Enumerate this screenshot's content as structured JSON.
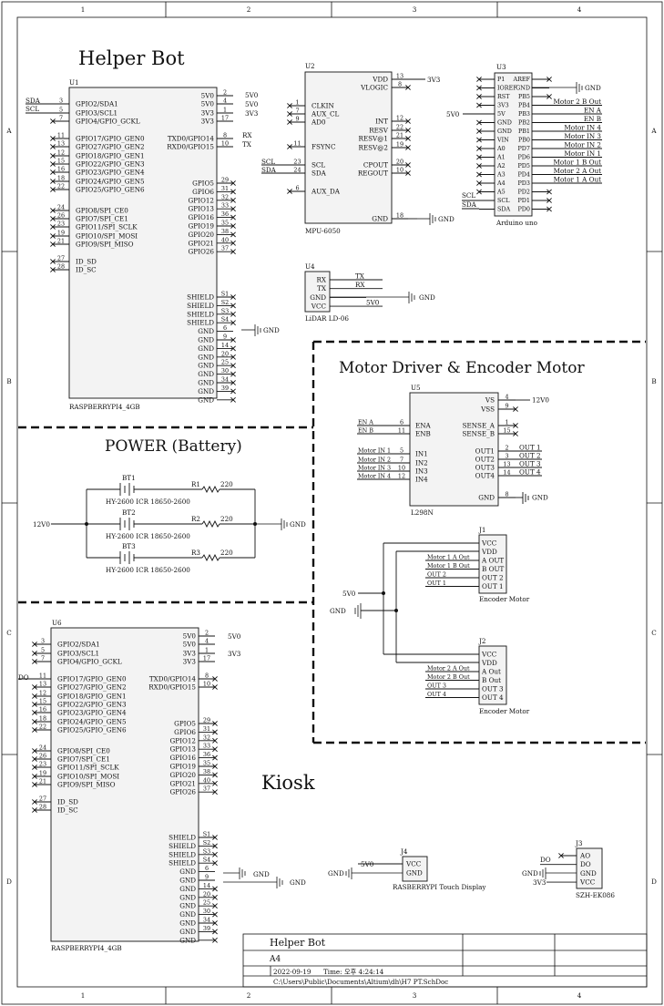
{
  "sheet": {
    "col_labels": [
      "1",
      "2",
      "3",
      "4"
    ],
    "row_labels": [
      "A",
      "B",
      "C",
      "D"
    ]
  },
  "sections": {
    "helper_bot": "Helper Bot",
    "motor_driver": "Motor Driver & Encoder Motor",
    "power": "POWER (Battery)",
    "kiosk": "Kiosk"
  },
  "title_block": {
    "title": "Helper Bot",
    "size": "A4",
    "date": "2022-09-19",
    "time_label": "Time:",
    "time": "오후 4:24:14",
    "path": "C:\\Users\\Public\\Documents\\Altium\\dh\\H7 PT.SchDoc"
  },
  "rpi": {
    "part": "RASPBERRYPI4_4GB",
    "left_pins": [
      "GPIO2/SDA1",
      "GPIO3/SCL1",
      "GPIO4/GPIO_GCKL",
      "GPIO17/GPIO_GEN0",
      "GPIO27/GPIO_GEN2",
      "GPIO18/GPIO_GEN1",
      "GPIO22/GPIO_GEN3",
      "GPIO23/GPIO_GEN4",
      "GPIO24/GPIO_GEN5",
      "GPIO25/GPIO_GEN6",
      "GPIO8/SPI_CE0",
      "GPIO7/SPI_CE1",
      "GPIO11/SPI_SCLK",
      "GPIO10/SPI_MOSI",
      "GPIO9/SPI_MISO",
      "ID_SD",
      "ID_SC"
    ],
    "left_nums": [
      "3",
      "5",
      "7",
      "11",
      "13",
      "12",
      "15",
      "16",
      "18",
      "22",
      "24",
      "26",
      "23",
      "19",
      "21",
      "27",
      "28"
    ],
    "power_pins": [
      "5V0",
      "5V0",
      "3V3",
      "3V3"
    ],
    "power_nums": [
      "2",
      "4",
      "1",
      "17"
    ],
    "uart_pins": [
      "TXD0/GPIO14",
      "RXD0/GPIO15"
    ],
    "uart_nums": [
      "8",
      "10"
    ],
    "gpio_pins": [
      "GPIO5",
      "GPIO6",
      "GPIO12",
      "GPIO13",
      "GPIO16",
      "GPIO19",
      "GPIO20",
      "GPIO21",
      "GPIO26"
    ],
    "gpio_nums": [
      "29",
      "31",
      "32",
      "33",
      "36",
      "35",
      "38",
      "40",
      "37"
    ],
    "gnd_pins": [
      "SHIELD",
      "SHIELD",
      "SHIELD",
      "SHIELD",
      "GND",
      "GND",
      "GND",
      "GND",
      "GND",
      "GND",
      "GND",
      "GND",
      "GND"
    ],
    "gnd_nums": [
      "S1",
      "S2",
      "S3",
      "S4",
      "6",
      "9",
      "14",
      "20",
      "25",
      "30",
      "34",
      "39"
    ]
  },
  "u1": {
    "designator": "U1",
    "net_sda": "SDA",
    "net_scl": "SCL",
    "net_5v_a": "5V0",
    "net_5v_b": "5V0",
    "net_3v3": "3V3",
    "net_rx": "RX",
    "net_tx": "TX",
    "gnd": "GND"
  },
  "u6": {
    "designator": "U6",
    "net_do": "DO",
    "net_5v": "5V0",
    "net_3v3": "3V3",
    "gnd_a": "GND",
    "gnd_b": "GND"
  },
  "u2": {
    "designator": "U2",
    "part": "MPU-6050",
    "left_pins": [
      "CLKIN",
      "AUX_CL",
      "AD0",
      "FSYNC",
      "SCL",
      "SDA",
      "AUX_DA"
    ],
    "left_nums": [
      "1",
      "7",
      "9",
      "11",
      "23",
      "24",
      "6"
    ],
    "right_pins": [
      "VDD",
      "VLOGIC",
      "INT",
      "RESV",
      "RESV@1",
      "RESV@2",
      "CPOUT",
      "REGOUT",
      "GND"
    ],
    "right_nums": [
      "13",
      "8",
      "12",
      "22",
      "21",
      "19",
      "20",
      "10",
      "18"
    ],
    "net_3v3": "3V3",
    "net_scl": "SCL",
    "net_sda": "SDA",
    "gnd": "GND"
  },
  "u3": {
    "designator": "U3",
    "part": "Arduino uno",
    "left_pins": [
      "P1",
      "IOREF",
      "RST",
      "3V3",
      "5V",
      "GND",
      "GND",
      "VIN",
      "A0",
      "A1",
      "A2",
      "A3",
      "A4",
      "A5",
      "SCL",
      "SDA"
    ],
    "right_pins": [
      "AREF",
      "GND",
      "PB5",
      "PB4",
      "PB3",
      "PB2",
      "PB1",
      "PB0",
      "PD7",
      "PD6",
      "PD5",
      "PD4",
      "PD3",
      "PD2",
      "PD1",
      "PD0"
    ],
    "right_nets": [
      "",
      "",
      "",
      "Motor 2 B Out",
      "EN A",
      "EN B",
      "Motor IN 4",
      "Motor IN 3",
      "Motor IN 2",
      "Motor IN 1",
      "Motor 1 B Out",
      "Motor 2 A Out",
      "Motor 1 A Out",
      "",
      "",
      ""
    ],
    "net_5v": "5V0",
    "net_scl": "SCL",
    "net_sda": "SDA",
    "gnd": "GND"
  },
  "u4": {
    "designator": "U4",
    "part": "LiDAR LD-06",
    "pins": [
      "RX",
      "TX",
      "GND",
      "VCC"
    ],
    "nets": [
      "TX",
      "RX",
      "GND",
      "5V0"
    ]
  },
  "u5": {
    "designator": "U5",
    "part": "L298N",
    "left_pins": [
      "ENA",
      "ENB",
      "IN1",
      "IN2",
      "IN3",
      "IN4"
    ],
    "left_nums": [
      "6",
      "11",
      "5",
      "7",
      "10",
      "12"
    ],
    "left_nets": [
      "EN A",
      "EN B",
      "Motor IN 1",
      "Motor IN 2",
      "Motor IN 3",
      "Motor IN 4"
    ],
    "right_pins": [
      "VS",
      "VSS",
      "SENSE_A",
      "SENSE_B",
      "OUT1",
      "OUT2",
      "OUT3",
      "OUT4",
      "GND"
    ],
    "right_nums": [
      "4",
      "9",
      "1",
      "15",
      "2",
      "3",
      "13",
      "14",
      "8"
    ],
    "right_nets": [
      "12V0",
      "",
      "",
      "",
      "OUT 1",
      "OUT 2",
      "OUT 3",
      "OUT 4",
      "GND"
    ]
  },
  "j1": {
    "designator": "J1",
    "part": "Encoder Motor",
    "pins": [
      "VCC",
      "VDD",
      "A OUT",
      "B OUT",
      "OUT 2",
      "OUT 1"
    ],
    "nets": [
      "",
      "",
      "Motor 1 A Out",
      "Motor 1 B Out",
      "OUT 2",
      "OUT 1"
    ]
  },
  "j2": {
    "designator": "J2",
    "part": "Encoder Motor",
    "pins": [
      "VCC",
      "VDD",
      "A Out",
      "B Out",
      "OUT 3",
      "OUT 4"
    ],
    "nets": [
      "",
      "",
      "Motor 2 A Out",
      "Motor 2 B Out",
      "OUT 3",
      "OUT 4"
    ]
  },
  "encoder_power": {
    "net_5v": "5V0",
    "gnd": "GND"
  },
  "j3": {
    "designator": "J3",
    "part": "SZH-EK086",
    "pins": [
      "AO",
      "DO",
      "GND",
      "VCC"
    ],
    "net_do": "DO",
    "net_3v3": "3V3",
    "gnd": "GND"
  },
  "j4": {
    "designator": "J4",
    "part": "RASBERRYPI Touch Display",
    "pins": [
      "VCC",
      "GND"
    ],
    "net_5v": "5V0",
    "gnd": "GND"
  },
  "power": {
    "batteries": [
      {
        "ref": "BT1",
        "part": "HY-2600 ICR 18650-2600"
      },
      {
        "ref": "BT2",
        "part": "HY-2600 ICR 18650-2600"
      },
      {
        "ref": "BT3",
        "part": "HY-2600 ICR 18650-2600"
      }
    ],
    "resistors": [
      {
        "ref": "R1",
        "value": "220"
      },
      {
        "ref": "R2",
        "value": "220"
      },
      {
        "ref": "R3",
        "value": "220"
      }
    ],
    "net_12v": "12V0",
    "gnd": "GND"
  }
}
